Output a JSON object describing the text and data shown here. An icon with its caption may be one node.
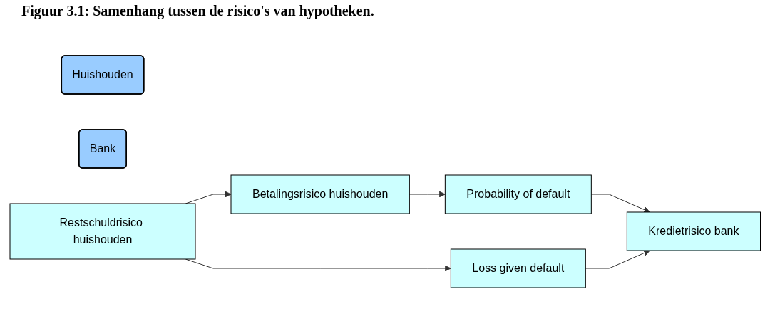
{
  "diagram": {
    "title": "Figuur 3.1: Samenhang tussen de risico's van hypotheken.",
    "nodes": [
      {
        "text": [
          "Huishouden"
        ]
      },
      {
        "text": [
          "Bank"
        ]
      },
      {
        "text": [
          "Betalingsrisico huishouden"
        ]
      },
      {
        "text": [
          "Probability of default"
        ]
      },
      {
        "text": [
          "Kredietrisico bank"
        ]
      },
      {
        "text": [
          "Restschuldrisico huishouden"
        ]
      },
      {
        "text": [
          "Loss given default"
        ]
      }
    ],
    "edges": [
      {
        "from": 2,
        "to": 3,
        "arrow": "to"
      },
      {
        "from": 3,
        "to": 4,
        "arrow": "to"
      },
      {
        "from": 5,
        "to": 2,
        "arrow": "to"
      },
      {
        "from": 5,
        "to": 6,
        "arrow": "to"
      },
      {
        "from": 6,
        "to": 4,
        "arrow": "to"
      }
    ]
  }
}
